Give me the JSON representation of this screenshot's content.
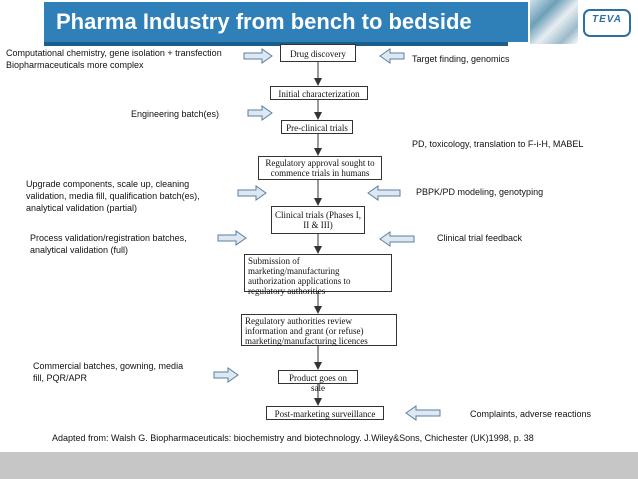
{
  "header": {
    "title": "Pharma Industry from bench to bedside",
    "logo_text": "TEVA"
  },
  "flow_boxes": [
    {
      "id": "drug-discovery",
      "text": "Drug discovery"
    },
    {
      "id": "initial-characterization",
      "text": "Initial characterization"
    },
    {
      "id": "pre-clinical-trials",
      "text": "Pre-clinical trials"
    },
    {
      "id": "regulatory-approval",
      "text": "Regulatory approval sought to commence trials in humans"
    },
    {
      "id": "clinical-trials",
      "text": "Clinical trials (Phases I, II & III)"
    },
    {
      "id": "submission",
      "text": "Submission of marketing/manufacturing authorization applications to regulatory authorities"
    },
    {
      "id": "review",
      "text": "Regulatory authorities review information and grant (or refuse) marketing/manufacturing licences"
    },
    {
      "id": "product-on-sale",
      "text": "Product goes on sale"
    },
    {
      "id": "post-marketing",
      "text": "Post-marketing surveillance"
    }
  ],
  "left_notes": [
    {
      "id": "comp-chem",
      "text": "Computational chemistry, gene isolation + transfection\nBiopharmaceuticals more complex"
    },
    {
      "id": "engineering",
      "text": "Engineering batch(es)"
    },
    {
      "id": "upgrade",
      "text": "Upgrade components, scale up, cleaning\nvalidation, media fill, qualification batch(es),\nanalytical validation (partial)"
    },
    {
      "id": "process-validation",
      "text": "Process validation/registration batches,\nanalytical validation (full)"
    },
    {
      "id": "commercial",
      "text": "Commercial batches, gowning, media\nfill, PQR/APR"
    }
  ],
  "right_notes": [
    {
      "id": "target-finding",
      "text": "Target finding, genomics"
    },
    {
      "id": "pd-tox",
      "text": "PD, toxicology, translation to F-i-H, MABEL"
    },
    {
      "id": "pbpk",
      "text": "PBPK/PD modeling, genotyping"
    },
    {
      "id": "feedback",
      "text": "Clinical trial feedback"
    },
    {
      "id": "complaints",
      "text": "Complaints, adverse reactions"
    }
  ],
  "source": "Adapted from: Walsh G. Biopharmaceuticals: biochemistry and biotechnology. J.Wiley&Sons, Chichester (UK)1998, p. 38",
  "colors": {
    "title_bg": "#2f7fb9",
    "title_underline": "#1a5e8e",
    "arrow_fill": "#dde8f2",
    "arrow_stroke": "#5a7fa0",
    "footer": "#c6c6c6"
  }
}
